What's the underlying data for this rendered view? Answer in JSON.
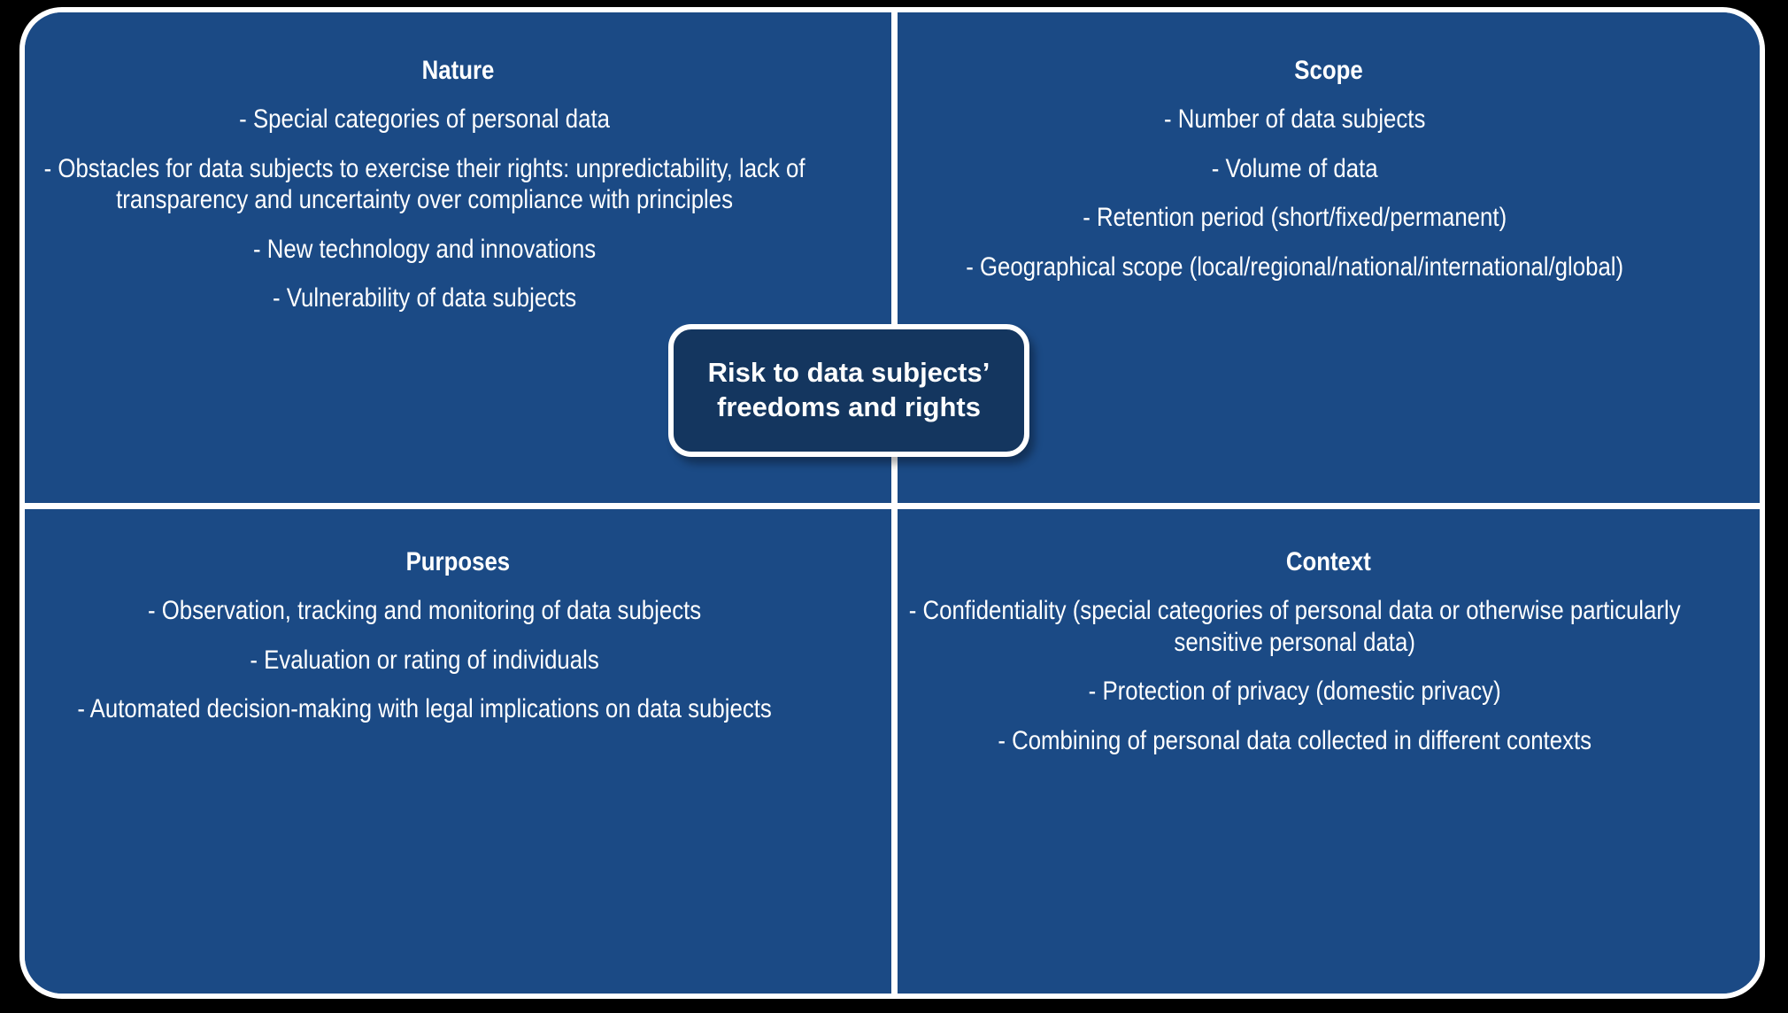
{
  "diagram": {
    "title": "Risk to data subjects' freedoms and rights",
    "colors": {
      "quadrant_blue": "#1B4A85",
      "hub_blue": "#14365F",
      "border_white": "#FFFFFF",
      "background_black": "#000000",
      "text_white": "#FFFFFF"
    },
    "center": {
      "label": "Risk to data subjects’\nfreedoms and rights"
    },
    "quadrants": [
      {
        "key": "nature",
        "position": "top-left",
        "title": "Nature",
        "items": [
          "- Special categories of personal data",
          "- Obstacles for data subjects to exercise their rights: unpredictability, lack of transparency and uncertainty over compliance with principles",
          "- New technology and innovations",
          "- Vulnerability of data subjects"
        ]
      },
      {
        "key": "scope",
        "position": "top-right",
        "title": "Scope",
        "items": [
          "- Number of data subjects",
          "- Volume of data",
          "- Retention period (short/fixed/permanent)",
          "- Geographical scope (local/regional/national/international/global)"
        ]
      },
      {
        "key": "purposes",
        "position": "bottom-left",
        "title": "Purposes",
        "items": [
          "- Observation, tracking and monitoring of data subjects",
          "- Evaluation or rating of individuals",
          "- Automated decision-making with legal implications on data subjects"
        ]
      },
      {
        "key": "context",
        "position": "bottom-right",
        "title": "Context",
        "items": [
          "- Confidentiality (special categories of personal data or otherwise particularly sensitive personal data)",
          "- Protection of privacy (domestic privacy)",
          "- Combining of personal data collected in different contexts"
        ]
      }
    ]
  }
}
